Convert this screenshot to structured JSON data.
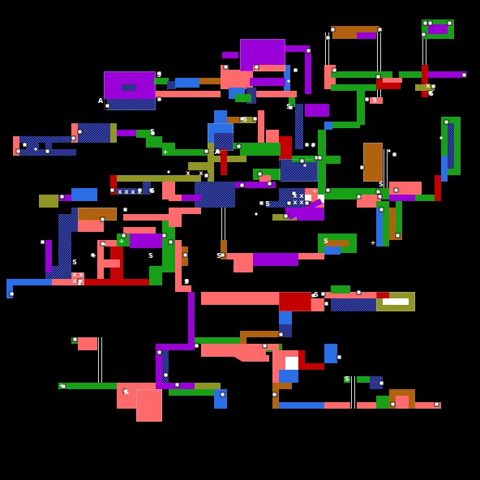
{
  "map": {
    "colors": {
      "background": "#000000",
      "salmon": "#ff6b6b",
      "purple": "#9b00d9",
      "blue": "#2a6fe8",
      "green": "#17a117",
      "red": "#c40000",
      "brown": "#b0620e",
      "olive": "#8f9624",
      "navy": "#23307a",
      "white": "#ffffff"
    },
    "marker_legend": {
      "save_marker": "S",
      "item_marker": "+",
      "gate_marker": "x",
      "elevator_marker": "A"
    }
  }
}
